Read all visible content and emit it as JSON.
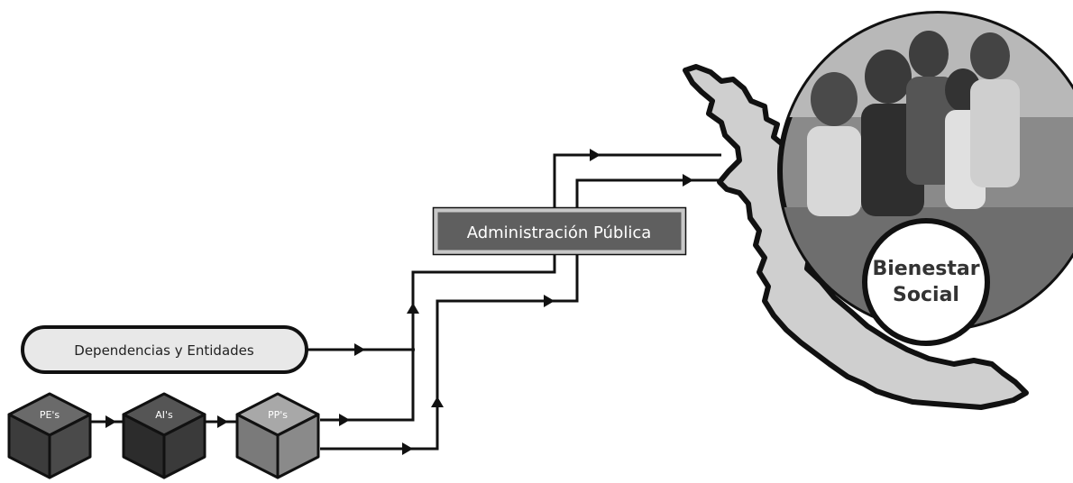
{
  "diagram": {
    "admin_label": "Administración Pública",
    "dependencias_label": "Dependencias y Entidades",
    "cubes": [
      {
        "label": "PE's"
      },
      {
        "label": "AI's"
      },
      {
        "label": "PP's"
      }
    ],
    "bienestar_line1": "Bienestar",
    "bienestar_line2": "Social"
  },
  "colors": {
    "admin_fill": "#5f5f5f",
    "admin_border": "#c8c8c8",
    "pill_fill": "#e8e8e8",
    "map_fill": "#cfcfcf",
    "cube_pe": "#4a4a4a",
    "cube_ai": "#3a3a3a",
    "cube_pp": "#8a8a8a",
    "line": "#111111"
  }
}
